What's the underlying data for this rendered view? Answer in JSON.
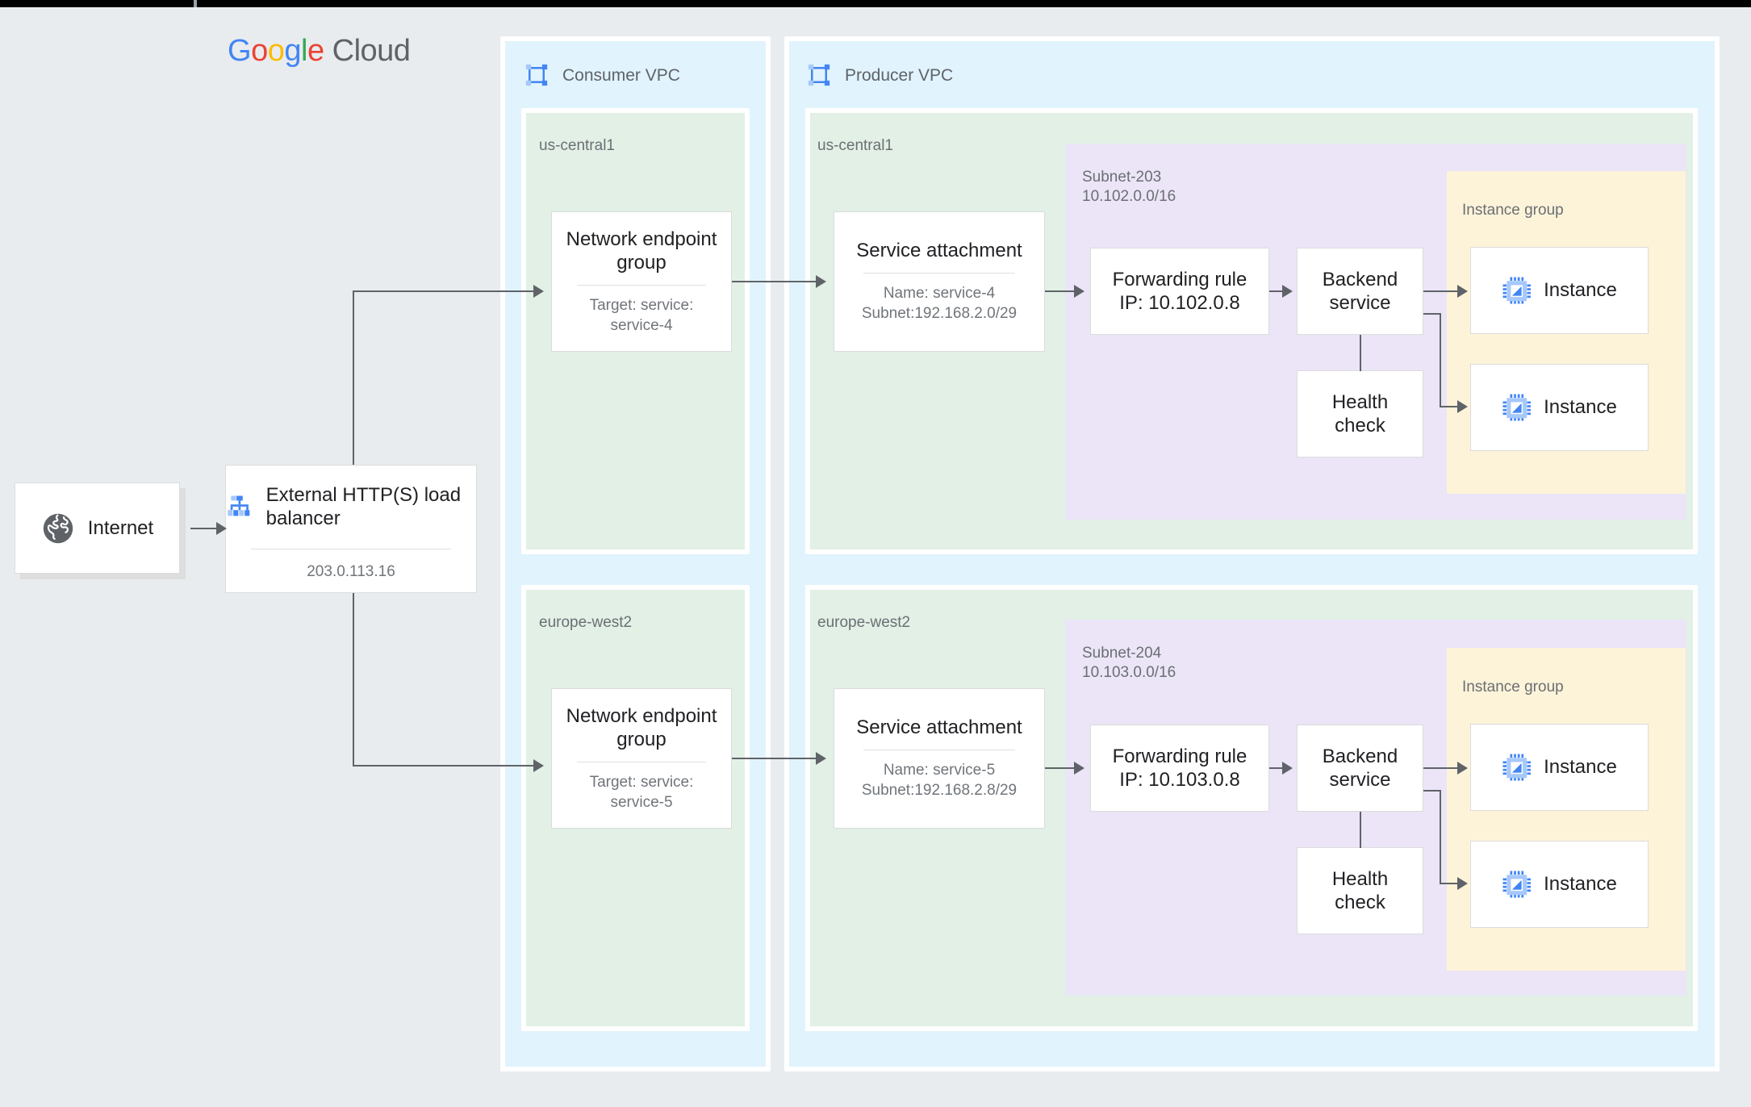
{
  "brand": {
    "g1": "G",
    "o1": "o",
    "o2": "o",
    "g2": "g",
    "l": "l",
    "e": "e",
    "cloud": "Cloud"
  },
  "vpcs": [
    {
      "name": "consumer-vpc",
      "title": "Consumer VPC",
      "icon": "vpc-icon"
    },
    {
      "name": "producer-vpc",
      "title": "Producer VPC",
      "icon": "vpc-icon"
    }
  ],
  "internet": {
    "label": "Internet",
    "icon": "globe-icon"
  },
  "load_balancer": {
    "title": "External HTTP(S) load balancer",
    "ip": "203.0.113.16",
    "icon": "load-balancer-icon"
  },
  "regions": {
    "consumer_top": "us-central1",
    "consumer_bottom": "europe-west2",
    "producer_top": "us-central1",
    "producer_bottom": "europe-west2"
  },
  "neg": [
    {
      "title": "Network endpoint group",
      "sub_line1": "Target: service:",
      "sub_line2": "service-4"
    },
    {
      "title": "Network endpoint group",
      "sub_line1": "Target: service:",
      "sub_line2": "service-5"
    }
  ],
  "service_attachment": [
    {
      "title": "Service attachment",
      "sub_line1": "Name: service-4",
      "sub_line2": "Subnet:192.168.2.0/29"
    },
    {
      "title": "Service attachment",
      "sub_line1": "Name: service-5",
      "sub_line2": "Subnet:192.168.2.8/29"
    }
  ],
  "subnets": [
    {
      "name": "Subnet-203",
      "cidr": "10.102.0.0/16"
    },
    {
      "name": "Subnet-204",
      "cidr": "10.103.0.0/16"
    }
  ],
  "forwarding_rule": [
    {
      "line1": "Forwarding rule",
      "line2": "IP: 10.102.0.8"
    },
    {
      "line1": "Forwarding rule",
      "line2": "IP: 10.103.0.8"
    }
  ],
  "backend_service": {
    "line1": "Backend",
    "line2": "service"
  },
  "health_check": {
    "line1": "Health",
    "line2": "check"
  },
  "instance_group": {
    "label": "Instance group"
  },
  "instances": [
    {
      "label": "Instance",
      "icon": "cpu-instance-icon"
    },
    {
      "label": "Instance",
      "icon": "cpu-instance-icon"
    },
    {
      "label": "Instance",
      "icon": "cpu-instance-icon"
    },
    {
      "label": "Instance",
      "icon": "cpu-instance-icon"
    }
  ],
  "colors": {
    "page_bg": "#e9ecee",
    "vpc_bg": "#e1f3fd",
    "region_bg": "#e2f0e6",
    "subnet_bg": "#ebe5f7",
    "instance_group_bg": "#fdf3d9",
    "card_bg": "#ffffff",
    "connector": "#5f6368",
    "google_blue": "#4285f4",
    "google_red": "#ea4335",
    "google_yellow": "#fbbc05",
    "google_green": "#34a853"
  }
}
